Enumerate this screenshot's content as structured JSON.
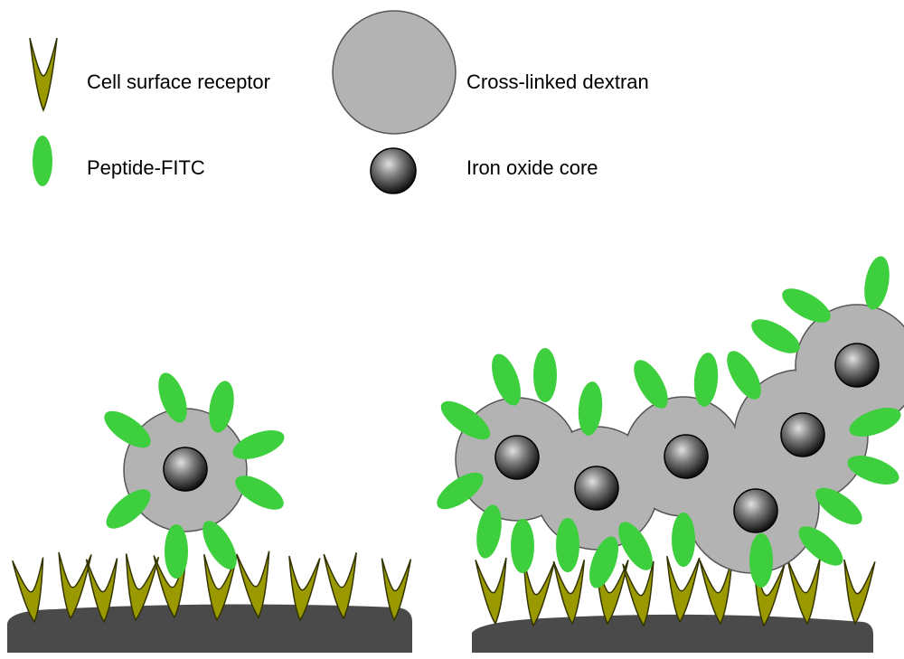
{
  "legend": {
    "receptor_label": "Cell surface receptor",
    "peptide_label": "Peptide-FITC",
    "dextran_label": "Cross-linked dextran",
    "core_label": "Iron oxide core"
  },
  "colors": {
    "receptor_fill": "#9a9a00",
    "receptor_stroke": "#333300",
    "peptide_fill": "#3ecf3e",
    "dextran_fill": "#b3b3b3",
    "dextran_stroke": "#555555",
    "core_dark": "#1a1a1a",
    "core_light": "#d8d8d8",
    "membrane_fill": "#4a4a4a"
  },
  "icons": {
    "receptor": "receptor-icon",
    "peptide": "peptide-icon",
    "dextran": "dextran-icon",
    "core": "iron-core-icon"
  }
}
